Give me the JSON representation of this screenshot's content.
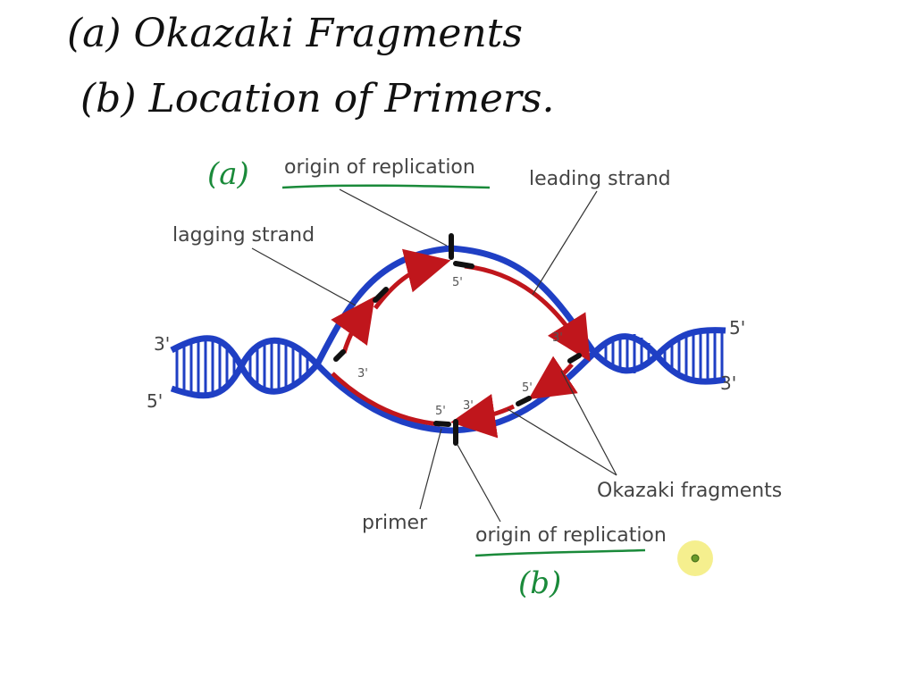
{
  "notes": {
    "line1": "(a) Okazaki Fragments",
    "line2": "(b) Location of Primers."
  },
  "diagram": {
    "origin_top_label": "origin of replication",
    "origin_bottom_label": "origin of replication",
    "leading_strand_label": "leading strand",
    "lagging_strand_label": "lagging strand",
    "okazaki_label": "Okazaki fragments",
    "primer_label": "primer",
    "annotation_a": "(a)",
    "annotation_b": "(b)",
    "left_top_end": "3'",
    "left_bottom_end": "5'",
    "right_top_end": "5'",
    "right_bottom_end": "3'",
    "mark_top_5": "5'",
    "mark_right_3": "3'",
    "mark_left_3": "3'",
    "mark_bottom_5a": "5'",
    "mark_bottom_3": "3'",
    "mark_bottom_5b": "5'"
  },
  "colors": {
    "dna": "#1f3fc4",
    "new_strand": "#c0161c",
    "primer": "#111111",
    "annotation": "#1a8a3a",
    "cursor": "#f3ec7a"
  }
}
